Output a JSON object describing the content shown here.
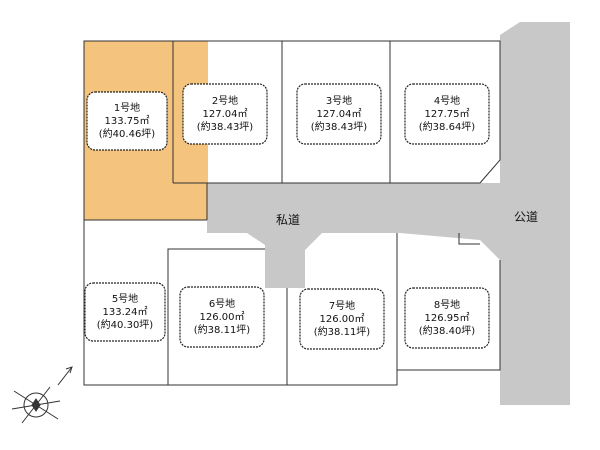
{
  "lots": [
    {
      "id": "lot-1",
      "name": "1号地",
      "area": "133.75㎡",
      "tsubo": "(約40.46坪)",
      "highlight": true
    },
    {
      "id": "lot-2",
      "name": "2号地",
      "area": "127.04㎡",
      "tsubo": "(約38.43坪)",
      "highlight": false
    },
    {
      "id": "lot-3",
      "name": "3号地",
      "area": "127.04㎡",
      "tsubo": "(約38.43坪)",
      "highlight": false
    },
    {
      "id": "lot-4",
      "name": "4号地",
      "area": "127.75㎡",
      "tsubo": "(約38.64坪)",
      "highlight": false
    },
    {
      "id": "lot-5",
      "name": "5号地",
      "area": "133.24㎡",
      "tsubo": "(約40.30坪)",
      "highlight": false
    },
    {
      "id": "lot-6",
      "name": "6号地",
      "area": "126.00㎡",
      "tsubo": "(約38.11坪)",
      "highlight": false
    },
    {
      "id": "lot-7",
      "name": "7号地",
      "area": "126.00㎡",
      "tsubo": "(約38.11坪)",
      "highlight": false
    },
    {
      "id": "lot-8",
      "name": "8号地",
      "area": "126.95㎡",
      "tsubo": "(約38.40坪)",
      "highlight": false
    }
  ],
  "roads": {
    "private": "私道",
    "public": "公道"
  },
  "colors": {
    "highlight": "#f4c37d",
    "road": "#c8c8c8",
    "line": "#333333"
  },
  "compass": "compass-rose-icon"
}
